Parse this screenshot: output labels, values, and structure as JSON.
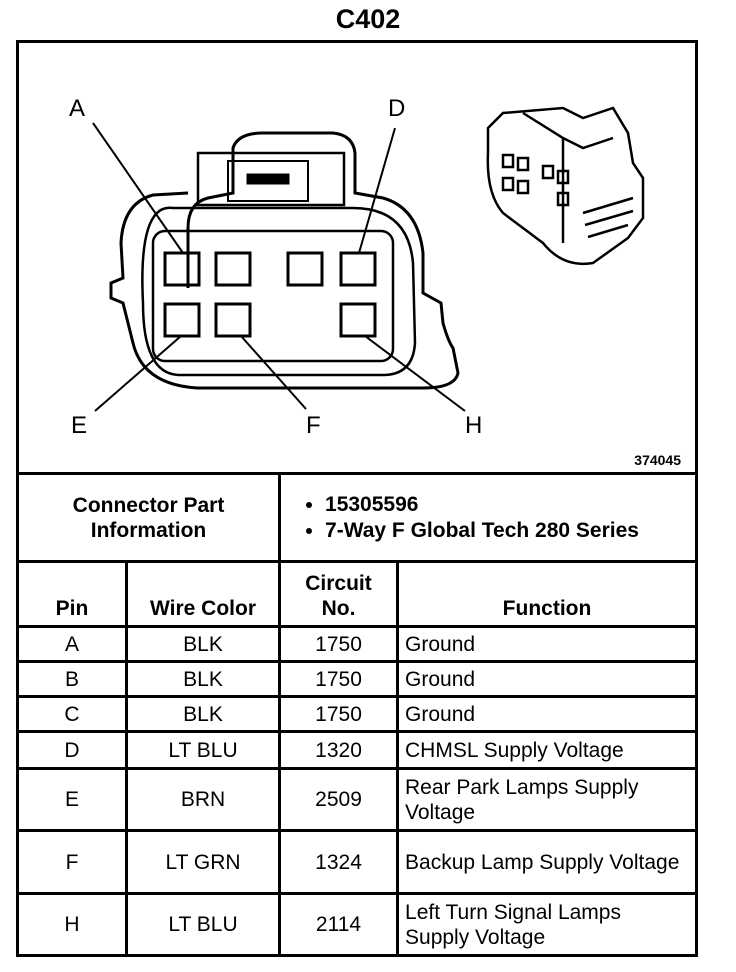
{
  "title": "C402",
  "diagram": {
    "pin_labels": [
      "A",
      "D",
      "E",
      "F",
      "H"
    ],
    "figure_number": "374045"
  },
  "connector_info": {
    "label": "Connector Part Information",
    "items": [
      "15305596",
      "7-Way F Global Tech 280 Series"
    ]
  },
  "table": {
    "headers": {
      "pin": "Pin",
      "wire_color": "Wire Color",
      "circuit": "Circuit No.",
      "function": "Function"
    },
    "rows": [
      {
        "pin": "A",
        "color": "BLK",
        "circuit": "1750",
        "function": "Ground"
      },
      {
        "pin": "B",
        "color": "BLK",
        "circuit": "1750",
        "function": "Ground"
      },
      {
        "pin": "C",
        "color": "BLK",
        "circuit": "1750",
        "function": "Ground"
      },
      {
        "pin": "D",
        "color": "LT BLU",
        "circuit": "1320",
        "function": "CHMSL Supply Voltage"
      },
      {
        "pin": "E",
        "color": "BRN",
        "circuit": "2509",
        "function": "Rear Park Lamps Supply Voltage"
      },
      {
        "pin": "F",
        "color": "LT GRN",
        "circuit": "1324",
        "function": "Backup Lamp Supply Voltage"
      },
      {
        "pin": "H",
        "color": "LT BLU",
        "circuit": "2114",
        "function": "Left Turn Signal Lamps Supply Voltage"
      }
    ]
  }
}
